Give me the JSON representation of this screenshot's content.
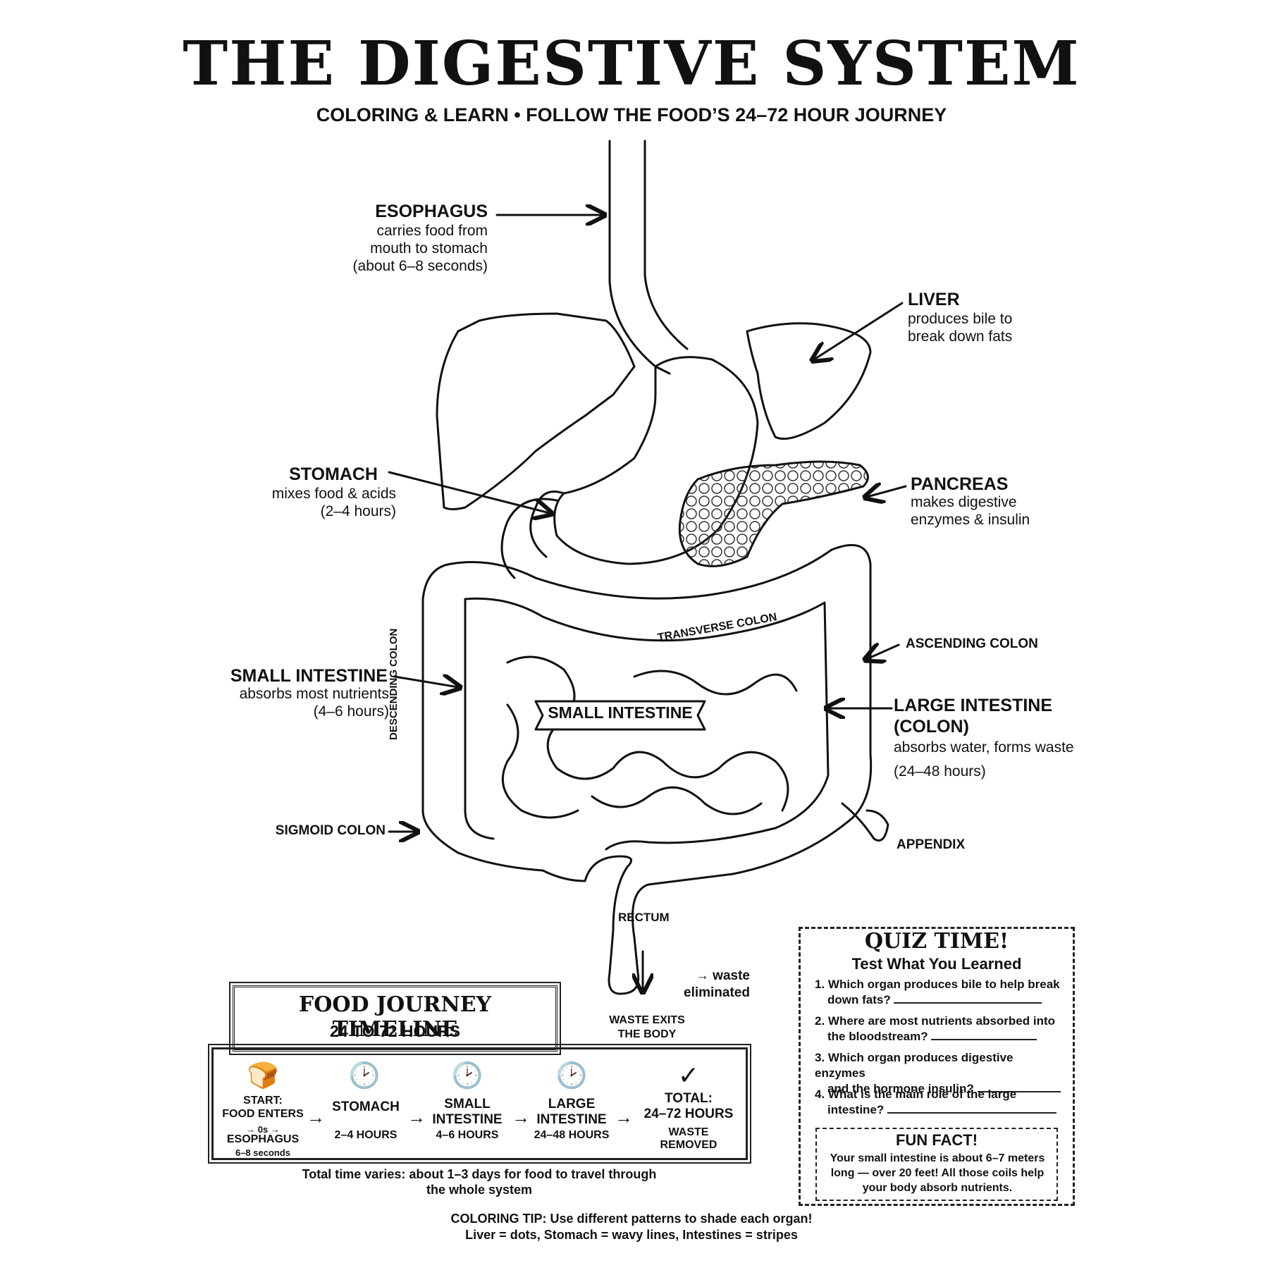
{
  "title": "THE DIGESTIVE SYSTEM",
  "subtitle": "COLORING & LEARN • FOLLOW THE FOOD’S 24–72 HOUR JOURNEY",
  "labels": {
    "esophagus": {
      "title": "ESOPHAGUS",
      "desc": [
        "carries food from",
        "mouth to stomach",
        "(about 6–8 seconds)"
      ]
    },
    "liver": {
      "title": "LIVER",
      "desc": [
        "produces bile to",
        "break down fats"
      ]
    },
    "stomach": {
      "title": "STOMACH",
      "desc": [
        "mixes food & acids",
        "(2–4 hours)"
      ]
    },
    "pancreas": {
      "title": "PANCREAS",
      "desc": [
        "makes digestive",
        "enzymes & insulin"
      ]
    },
    "ascending_colon": "ASCENDING COLON",
    "transverse_colon": "TRANSVERSE COLON",
    "descending_colon": "DESCENDING COLON",
    "small_intestine": {
      "title": "SMALL INTESTINE",
      "desc": [
        "absorbs most nutrients",
        "(4–6 hours)"
      ]
    },
    "small_intestine_banner": "SMALL INTESTINE",
    "large_intestine": {
      "title": [
        "LARGE INTESTINE",
        "(COLON)"
      ],
      "desc": [
        "absorbs water, forms waste",
        "(24–48 hours)"
      ]
    },
    "sigmoid_colon": "SIGMOID COLON",
    "appendix": "APPENDIX",
    "rectum": "RECTUM",
    "waste_eliminated": [
      "→ waste",
      "eliminated"
    ],
    "waste_exits": [
      "WASTE EXITS",
      "THE BODY"
    ]
  },
  "timeline": {
    "title": "FOOD JOURNEY TIMELINE",
    "range": "24 TO 72 HOURS",
    "steps": [
      {
        "label": "START:\nFOOD ENTERS",
        "extra": "→ 0s →",
        "time": "ESOPHAGUS",
        "sub": "6–8 seconds",
        "icon": "bread-icon"
      },
      {
        "label": "STOMACH",
        "time": "2–4 HOURS",
        "icon": "clock-icon"
      },
      {
        "label": "SMALL\nINTESTINE",
        "time": "4–6 HOURS",
        "icon": "clock-icon"
      },
      {
        "label": "LARGE\nINTESTINE",
        "time": "24–48 HOURS",
        "icon": "clock-icon"
      },
      {
        "label": "TOTAL:\n24–72 HOURS",
        "time": "WASTE REMOVED",
        "icon": "check-icon"
      }
    ],
    "note": [
      "Total time varies: about 1–3 days for food to travel through",
      "the whole system"
    ]
  },
  "quiz": {
    "title": "QUIZ TIME!",
    "subtitle": "Test What You Learned",
    "questions": [
      [
        "1. Which organ produces bile to help break",
        "down fats?"
      ],
      [
        "2. Where are most nutrients absorbed into",
        "the bloodstream?"
      ],
      [
        "3. Which organ produces digestive enzymes",
        "and the hormone insulin?"
      ],
      [
        "4. What is the main role of the large",
        "intestine?"
      ]
    ],
    "fun_fact_title": "FUN FACT!",
    "fun_fact": [
      "Your small intestine is about 6–7 meters",
      "long — over 20 feet! All those coils help",
      "your body absorb nutrients."
    ]
  },
  "tip": [
    "COLORING TIP: Use different patterns to shade each organ!",
    "Liver = dots, Stomach = wavy lines, Intestines = stripes"
  ]
}
